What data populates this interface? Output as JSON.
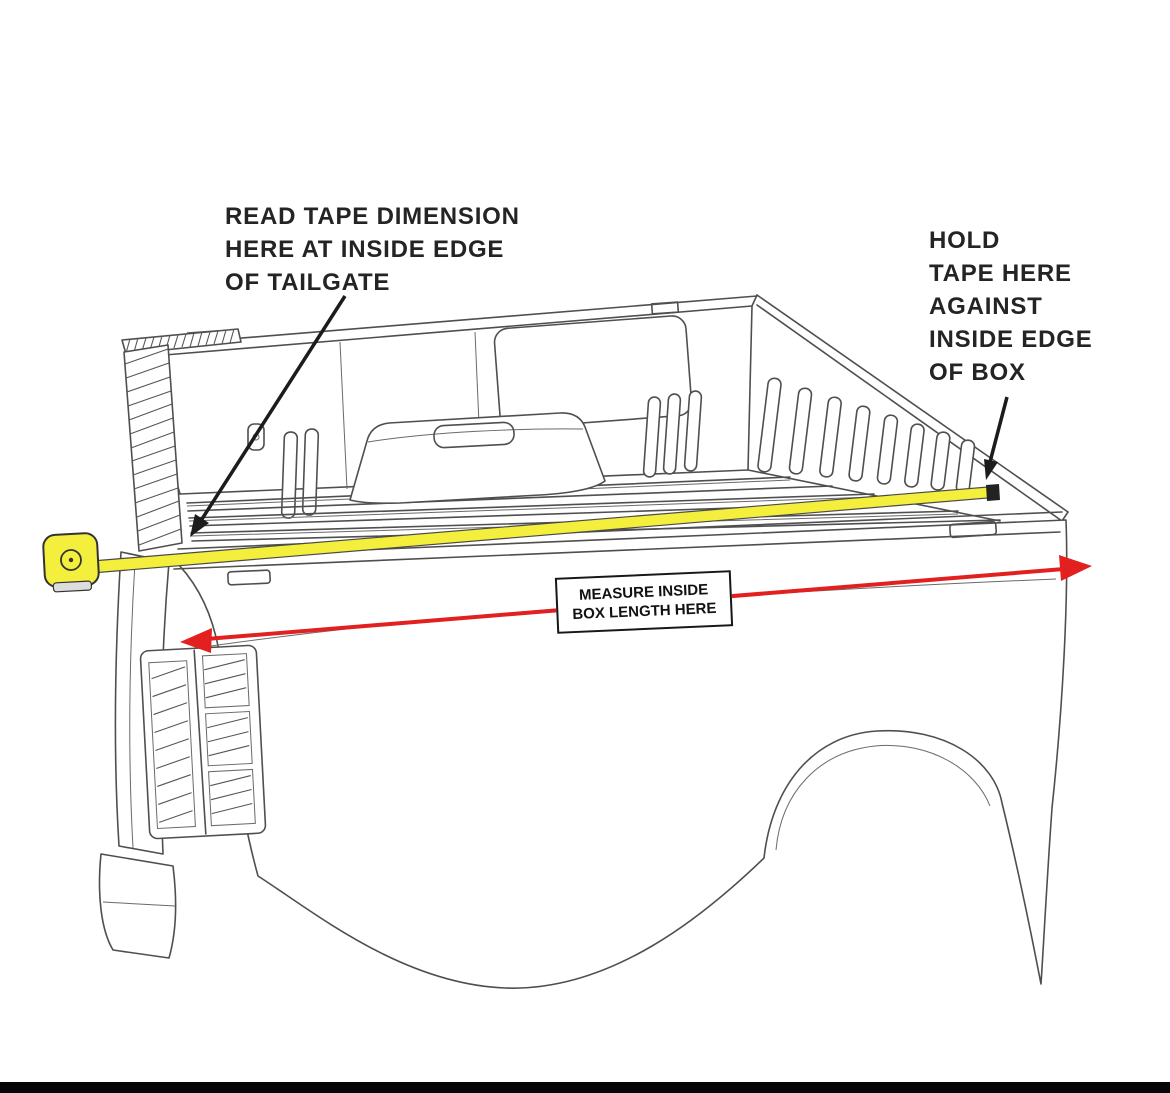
{
  "annotations": {
    "read_tape_note": "READ TAPE DIMENSION\nHERE AT INSIDE EDGE\nOF TAILGATE",
    "hold_tape_note": "HOLD\nTAPE HERE\nAGAINST\nINSIDE EDGE\nOF BOX",
    "measure_label": "MEASURE INSIDE\nBOX LENGTH HERE"
  },
  "colors": {
    "tape_yellow": "#F3EF3C",
    "measure_red": "#E2201F",
    "annotation_black": "#1C1C1C"
  }
}
